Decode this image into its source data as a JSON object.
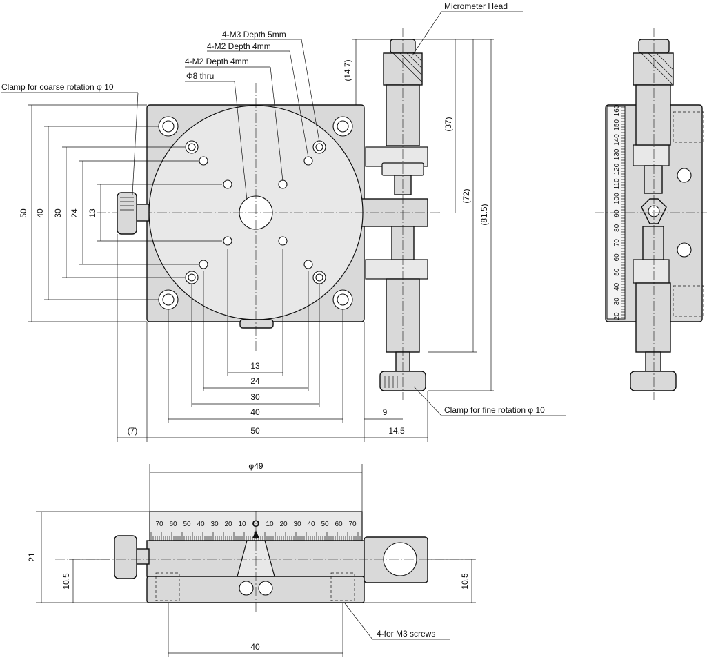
{
  "callouts": {
    "micrometer_head": "Micrometer Head",
    "m3_depth5": "4-M3 Depth 5mm",
    "m2_depth4_a": "4-M2 Depth 4mm",
    "m2_depth4_b": "4-M2 Depth 4mm",
    "phi8_thru": "Φ8 thru",
    "clamp_coarse": "Clamp for coarse rotation φ 10",
    "clamp_fine": "Clamp for fine rotation φ 10",
    "m3_screws": "4-for M3 screws"
  },
  "dims_top": {
    "v50": "50",
    "v40": "40",
    "v30": "30",
    "v24": "24",
    "v13": "13",
    "h13": "13",
    "h24": "24",
    "h30": "30",
    "h40": "40",
    "h50": "50",
    "h7": "(7)",
    "h9": "9",
    "h14_5": "14.5",
    "v14_7": "(14.7)",
    "v37": "(37)",
    "v72": "(72)",
    "v81_5": "(81.5)"
  },
  "dims_front": {
    "phi49": "φ49",
    "v21": "21",
    "v10_5_left": "10.5",
    "v10_5_right": "10.5",
    "h40": "40"
  },
  "scale_front": {
    "left": [
      "70",
      "60",
      "50",
      "40",
      "30",
      "20",
      "10"
    ],
    "zero": "O",
    "right": [
      "10",
      "20",
      "30",
      "40",
      "50",
      "60",
      "70"
    ]
  },
  "scale_side": [
    "20",
    "30",
    "40",
    "50",
    "60",
    "70",
    "80",
    "90",
    "100",
    "110",
    "120",
    "130",
    "140",
    "150",
    "160"
  ]
}
